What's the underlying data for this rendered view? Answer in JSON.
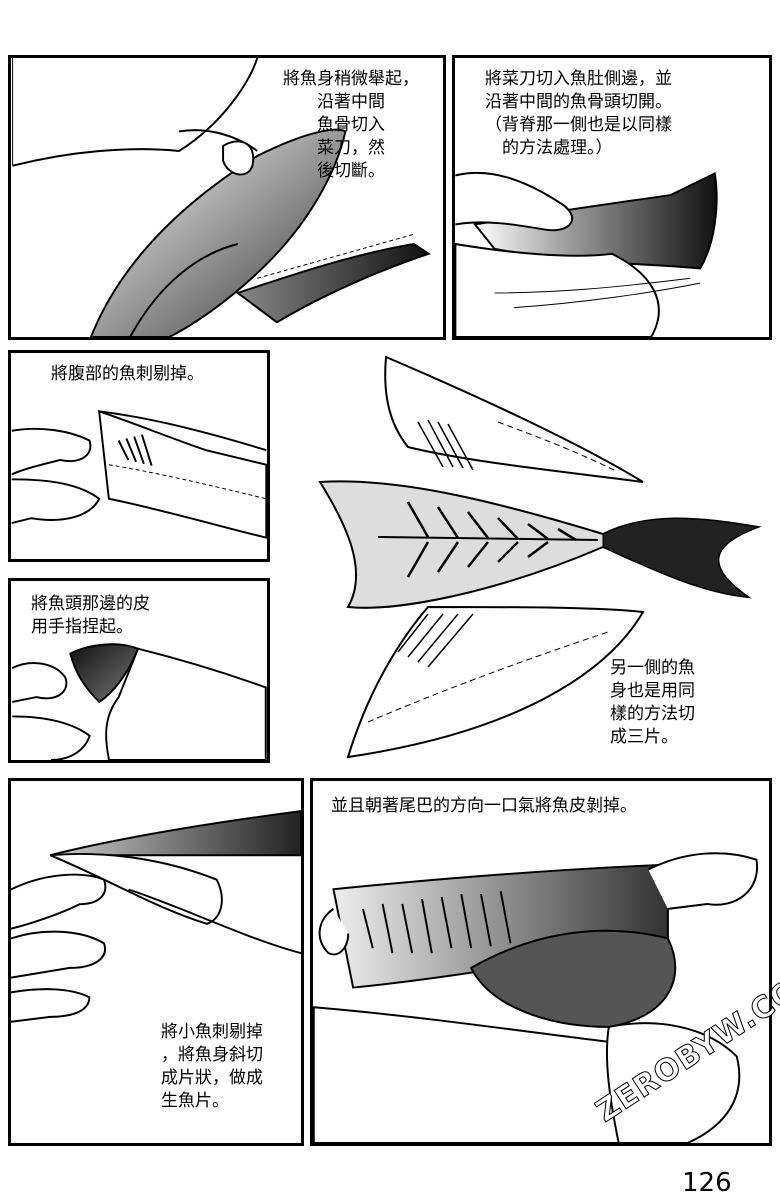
{
  "panels": [
    {
      "caption": "將魚身稍微舉起，\n　　沿著中間\n　　魚骨切入\n　　菜刀，然\n　　後切斷。"
    },
    {
      "caption": "將菜刀切入魚肚側邊，並\n沿著中間的魚骨頭切開。\n（背脊那一側也是以同樣\n　的方法處理。）"
    },
    {
      "caption": "將腹部的魚刺剔掉。"
    },
    {
      "caption": "將魚頭那邊的皮\n用手指捏起。"
    },
    {
      "caption": "另一側的魚\n身也是用同\n樣的方法切\n成三片。"
    },
    {
      "caption": "將小魚刺剔掉\n，將魚身斜切\n成片狀，做成\n生魚片。"
    },
    {
      "caption": "並且朝著尾巴的方向一口氣將魚皮剝掉。"
    }
  ],
  "page_number": "126",
  "watermark": "ZEROBYW.COM"
}
